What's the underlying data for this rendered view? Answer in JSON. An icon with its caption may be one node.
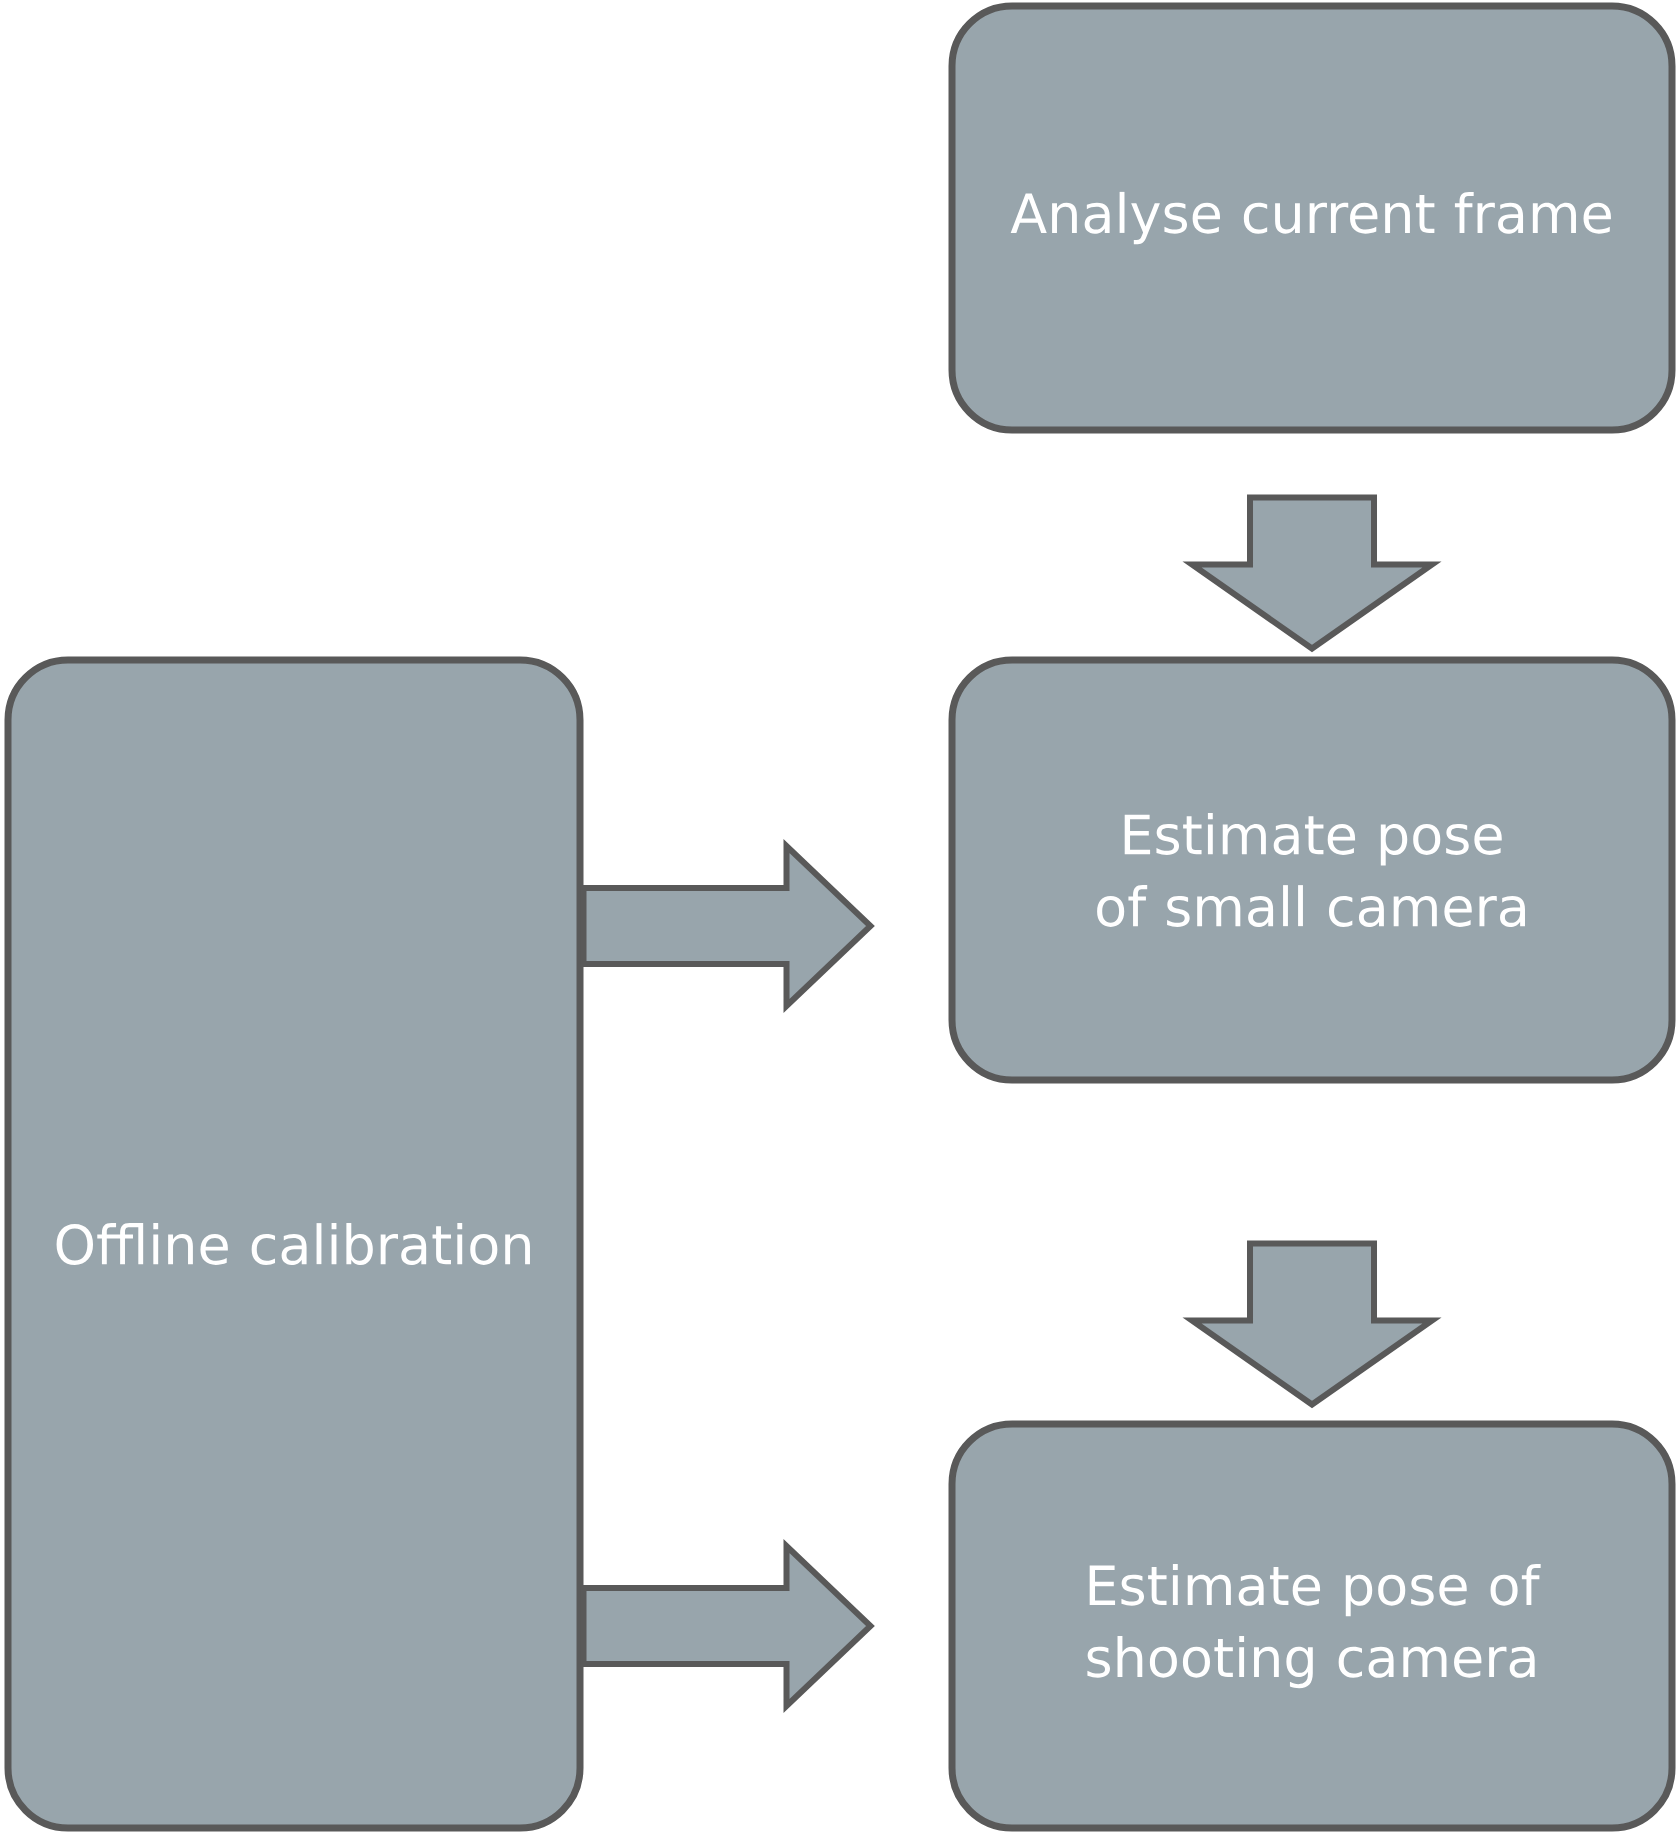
{
  "diagram": {
    "nodes": [
      {
        "text": [
          "Analyse current frame"
        ]
      },
      {
        "text": [
          "Offline calibration"
        ]
      },
      {
        "text": [
          "Estimate pose of small camera"
        ]
      },
      {
        "text": [
          "Estimate pose of shooting camera"
        ]
      }
    ],
    "edges": [
      {
        "from": 0,
        "to": 2,
        "arrow": "to"
      },
      {
        "from": 1,
        "to": 2,
        "arrow": "to"
      },
      {
        "from": 2,
        "to": 3,
        "arrow": "to"
      },
      {
        "from": 1,
        "to": 3,
        "arrow": "to"
      }
    ]
  }
}
